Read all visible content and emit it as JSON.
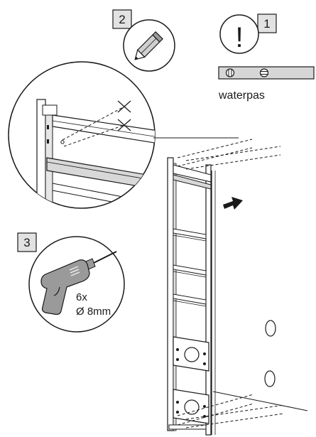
{
  "steps": {
    "step1": "1",
    "step2": "2",
    "step3": "3"
  },
  "warning": {
    "symbol": "!"
  },
  "level": {
    "caption": "waterpas"
  },
  "drill": {
    "count": "6x",
    "diameter": "Ø 8mm"
  },
  "colors": {
    "line": "#1a1a1a",
    "gray_fill": "#d0d0d0",
    "box_fill": "#e2e2e2",
    "frame_fill": "#ffffff"
  }
}
